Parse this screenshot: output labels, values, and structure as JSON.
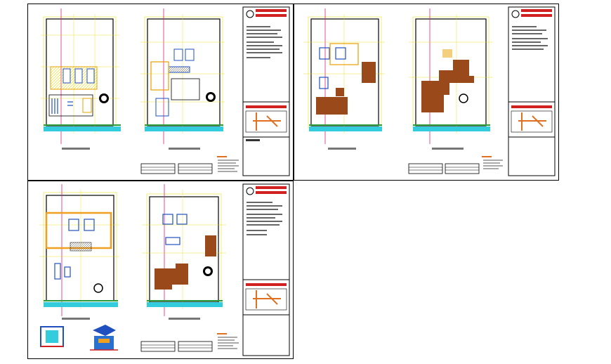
{
  "drawing": {
    "sheets": [
      {
        "id": "sheet-1",
        "plans": [
          "plan-a",
          "plan-b"
        ]
      },
      {
        "id": "sheet-2",
        "plans": [
          "plan-c",
          "plan-d"
        ]
      },
      {
        "id": "sheet-3",
        "plans": [
          "plan-e",
          "plan-f"
        ]
      }
    ],
    "colors": {
      "wall": "#000000",
      "grid_yellow": "#e8d800",
      "axis_magenta": "#e0207a",
      "water_cyan": "#33ccdd",
      "ground_green": "#2a9a3a",
      "furniture_blue": "#2050c0",
      "roof_brown": "#9a4a1a",
      "title_red": "#d02020",
      "hatch_orange": "#f0a020",
      "legend_orange": "#e07020"
    }
  }
}
